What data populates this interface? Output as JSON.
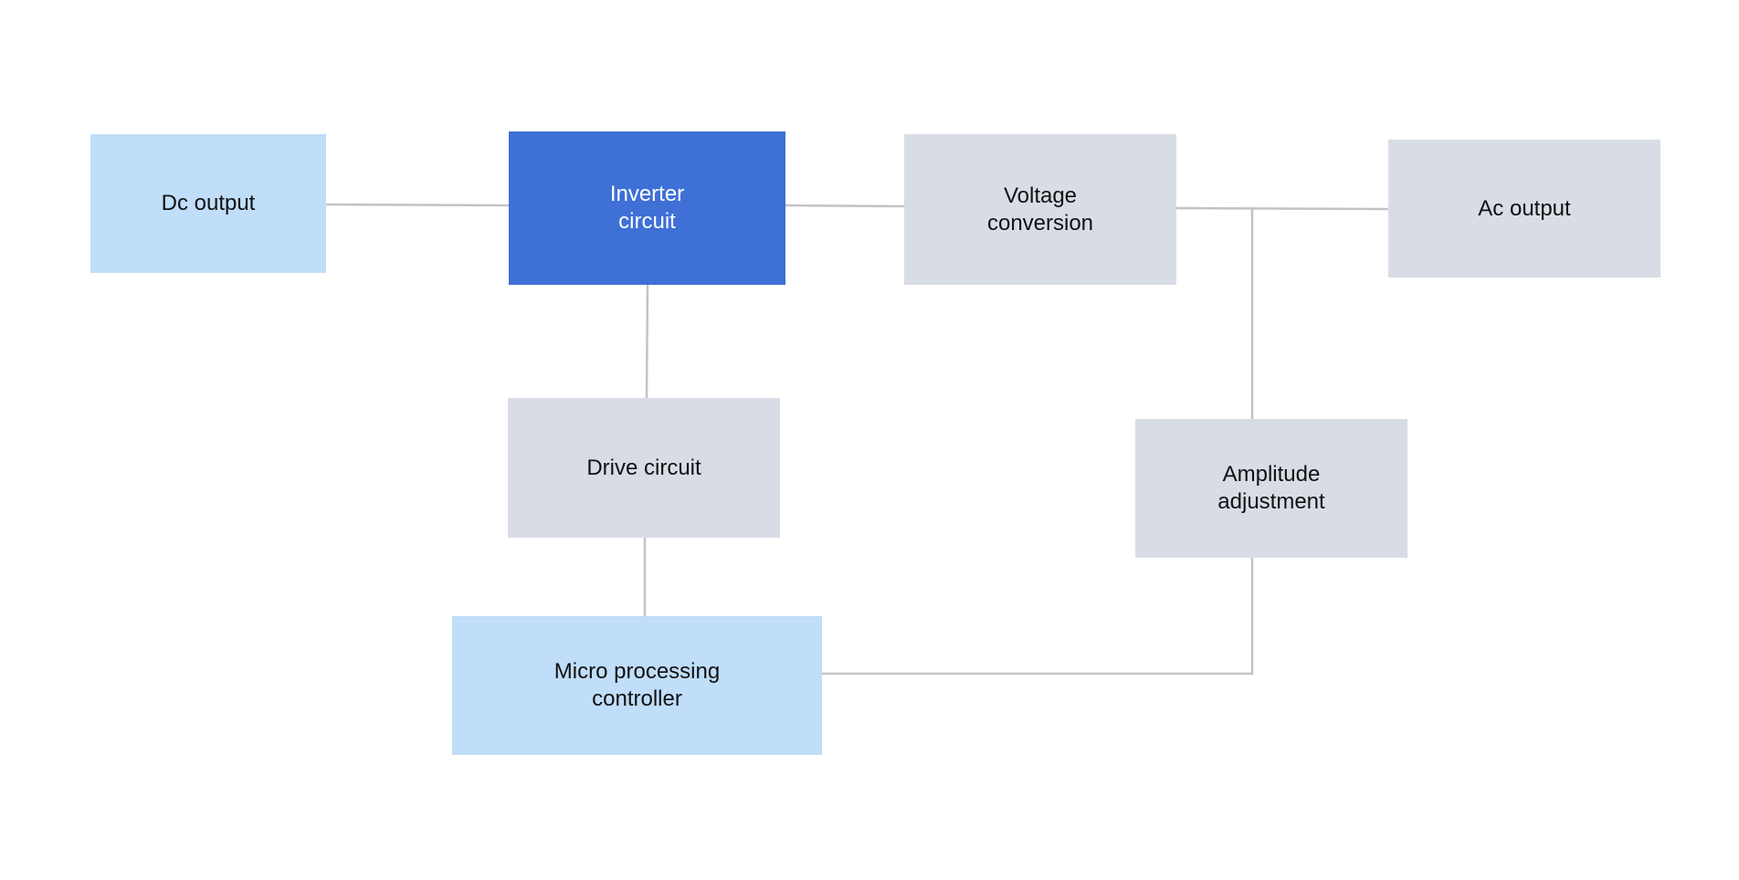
{
  "colors": {
    "light_blue": "#c0ddf9",
    "accent_blue": "#3e70d6",
    "gray": "#d8dce5",
    "connector": "#c3c3c3",
    "dark_text": "#111111",
    "light_text": "#ffffff"
  },
  "nodes": {
    "dc_output": {
      "label": "Dc output",
      "style": "light_blue"
    },
    "inverter_circuit": {
      "label": "Inverter\ncircuit",
      "style": "accent_blue"
    },
    "voltage_conversion": {
      "label": "Voltage\nconversion",
      "style": "gray"
    },
    "ac_output": {
      "label": "Ac output",
      "style": "gray"
    },
    "drive_circuit": {
      "label": "Drive circuit",
      "style": "gray"
    },
    "amplitude_adjustment": {
      "label": "Amplitude\nadjustment",
      "style": "gray"
    },
    "micro_controller": {
      "label": "Micro processing\ncontroller",
      "style": "light_blue"
    }
  },
  "edges": [
    {
      "from": "dc_output",
      "to": "inverter_circuit"
    },
    {
      "from": "inverter_circuit",
      "to": "voltage_conversion"
    },
    {
      "from": "voltage_conversion",
      "to": "ac_output"
    },
    {
      "from": "inverter_circuit",
      "to": "drive_circuit"
    },
    {
      "from": "drive_circuit",
      "to": "micro_controller"
    },
    {
      "from": "voltage_conversion",
      "to": "amplitude_adjustment"
    },
    {
      "from": "amplitude_adjustment",
      "to": "micro_controller"
    }
  ]
}
